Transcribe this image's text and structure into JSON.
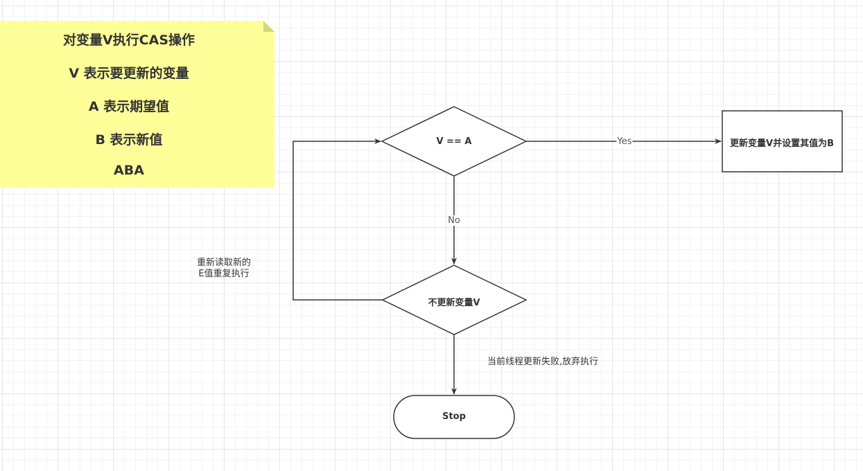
{
  "note": {
    "lines": [
      "对变量V执行CAS操作",
      "V  表示要更新的变量",
      "A 表示期望值",
      "B 表示新值",
      "ABA"
    ]
  },
  "flow": {
    "decision_1": "V == A",
    "process_update": "更新变量V并设置其值为B",
    "decision_2": "不更新变量V",
    "terminator_stop": "Stop",
    "edge_yes": "Yes",
    "edge_no": "No",
    "retry_label_line1": "重新读取新的",
    "retry_label_line2": "E值重复执行",
    "fail_label": "当前线程更新失败,放弃执行"
  },
  "colors": {
    "note_fill": "#ffff99",
    "note_fold": "#d8d874",
    "stroke": "#333333"
  }
}
